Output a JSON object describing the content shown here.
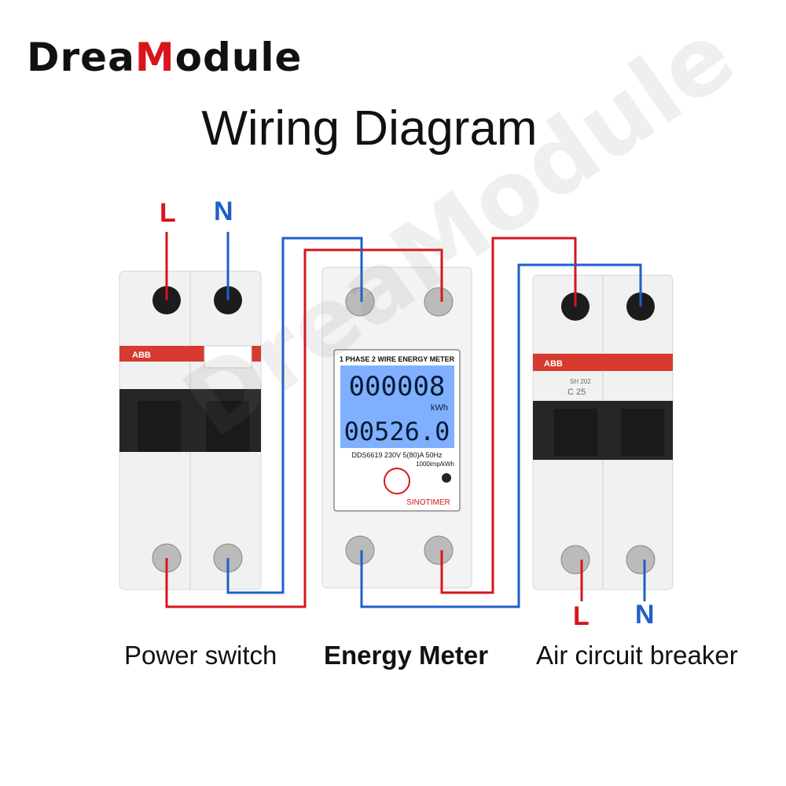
{
  "brand": {
    "prefix": "Drea",
    "highlight": "M",
    "suffix": "odule"
  },
  "title": "Wiring Diagram",
  "labels": {
    "top_L": "L",
    "top_N": "N",
    "bottom_L": "L",
    "bottom_N": "N"
  },
  "captions": {
    "left": "Power switch",
    "center": "Energy Meter",
    "right": "Air circuit breaker"
  },
  "meter": {
    "header": "1 PHASE 2 WIRE ENERGY METER",
    "reading_top": "000008",
    "unit": "kWh",
    "reading_bottom": "00526.0",
    "spec": "DDS6619 230V  5(80)A  50Hz",
    "imp": "1000imp/kWh",
    "brand": "SINOTIMER"
  },
  "breakers": {
    "left_brand": "ABB",
    "right_brand": "ABB",
    "right_model": "SH 202",
    "right_rating": "C 25"
  },
  "watermark": "DreaModule",
  "colors": {
    "live": "#d8141c",
    "neutral": "#1f5fc8",
    "lcd": "#7fb0ff"
  }
}
